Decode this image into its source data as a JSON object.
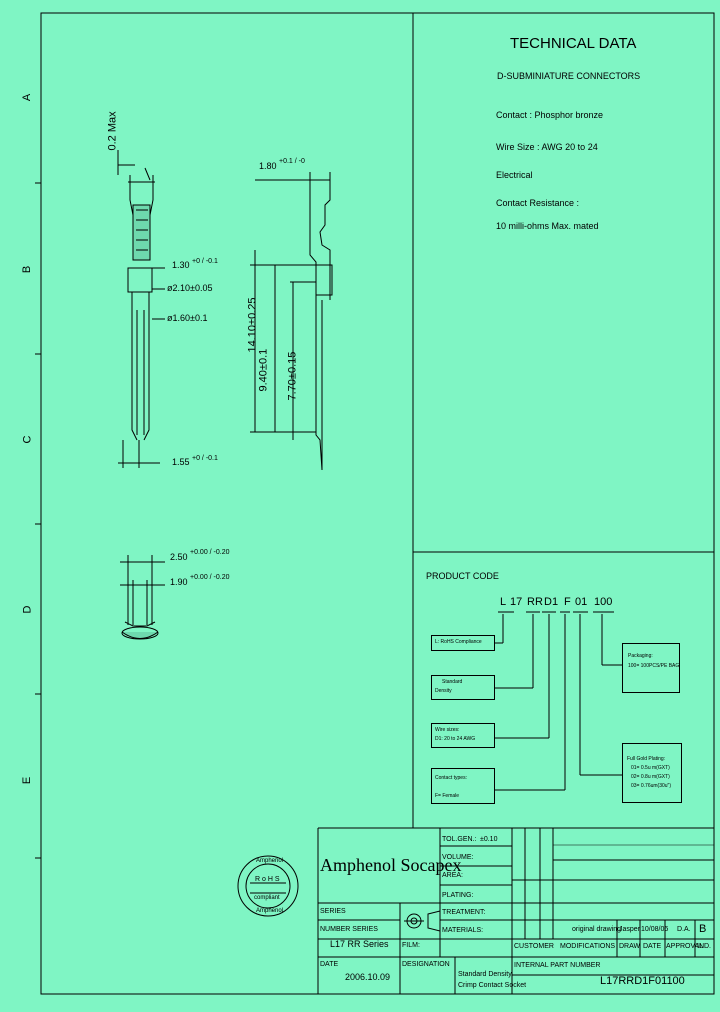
{
  "border_letters": [
    "A",
    "B",
    "C",
    "D",
    "E"
  ],
  "tech": {
    "title": "TECHNICAL DATA",
    "subtitle": "D-SUBMINIATURE CONNECTORS",
    "contact": "Contact : Phosphor bronze",
    "wire_size": "Wire Size : AWG 20 to 24",
    "electrical": "Electrical",
    "contact_resistance": "Contact Resistance :",
    "resistance_value": "10 milli-ohms Max. mated"
  },
  "dims": {
    "max": "0.2 Max",
    "d130": "1.30",
    "d130_tol": "+0 / -0.1",
    "d210": "ø2.10±0.05",
    "d160": "ø1.60±0.1",
    "d155": "1.55",
    "d155_tol": "+0 / -0.1",
    "d180": "1.80",
    "d180_tol": "+0.1 / -0",
    "d1410": "14.10±0.25",
    "d940": "9.40±0.1",
    "d770": "7.70±0.15",
    "d250": "2.50",
    "d250_tol": "+0.00 / -0.20",
    "d190": "1.90",
    "d190_tol": "+0.00 / -0.20"
  },
  "product": {
    "title": "PRODUCT CODE",
    "code_parts": [
      "L",
      "17",
      "RR",
      "D1",
      "F",
      "01",
      "100"
    ],
    "box_rohs": "L: RoHS Compliance",
    "box_density": [
      "Standard",
      "Density"
    ],
    "box_wire": [
      "Wire sizes:",
      "D1: 20 to 24 AWG"
    ],
    "box_contact": [
      "Contact types:",
      "F= Female"
    ],
    "box_packaging": [
      "Packaging:",
      "100= 100PCS/PE BAG"
    ],
    "box_plating": [
      "Full Gold Plating:",
      "01= 0.5u m(GXT)",
      "02= 0.8u m(GXT)",
      "03= 0.76um(30u\")"
    ]
  },
  "title_block": {
    "company": "Amphenol Socapex",
    "tol_gen_label": "TOL.GEN.:",
    "tol_gen_value": "±0.10",
    "volume_label": "VOLUME:",
    "area_label": "AREA:",
    "plating_label": "PLATING:",
    "treatment_label": "TREATMENT:",
    "materials_label": "MATERIALS:",
    "series_label": "SERIES",
    "number_series_label": "NUMBER SERIES",
    "series_value": "L17 RR Series",
    "film_label": "FILM:",
    "customer_label": "CUSTOMER",
    "modifications_label": "MODIFICATIONS",
    "draw_label": "DRAW",
    "date_label_small": "DATE",
    "approval_label": "APPROVAL",
    "ind_label": "IND.",
    "mod_text": "original drawing",
    "mod_draw": "Jasper",
    "mod_date": "10/08/06",
    "mod_approval": "D.A.",
    "mod_ind": "B",
    "date_label": "DATE",
    "date_value": "2006.10.09",
    "designation_label": "DESIGNATION",
    "designation_line1": "Standard Density",
    "designation_line2": "Crimp Contact Socket",
    "part_label": "INTERNAL PART NUMBER",
    "part_value": "L17RRD1F01100"
  },
  "stamp": {
    "top": "Amphenol",
    "middle": "R o H S",
    "lower": "compliant",
    "bottom": "Amphenol"
  }
}
